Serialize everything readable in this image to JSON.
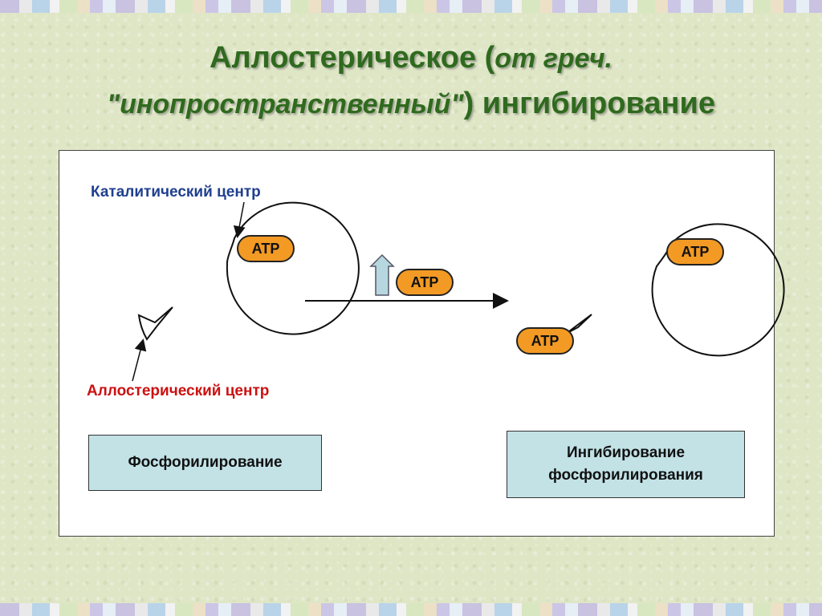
{
  "title": {
    "word1": "Аллостерическое",
    "paren_open": "(",
    "note_line1": "от греч.",
    "note_line2": "\"инопространственный\"",
    "paren_close": ")",
    "word2": "ингибирование"
  },
  "labels": {
    "catalytic_center": "Каталитический центр",
    "allosteric_center": "Аллостерический центр"
  },
  "atp": {
    "left_catalytic": "ATP",
    "arrow_increase": "ATP",
    "right_catalytic": "ATP",
    "right_allosteric": "ATP"
  },
  "boxes": {
    "left": "Фосфорилирование",
    "right_line1": "Ингибирование",
    "right_line2": "фосфорилирования"
  },
  "colors": {
    "title": "#2f6a1e",
    "catalytic_label": "#1f3f8f",
    "allosteric_label": "#cc1111",
    "atp_fill": "#f39a24",
    "box_fill": "#c2e2e6",
    "up_arrow_fill": "#b6d7df"
  }
}
